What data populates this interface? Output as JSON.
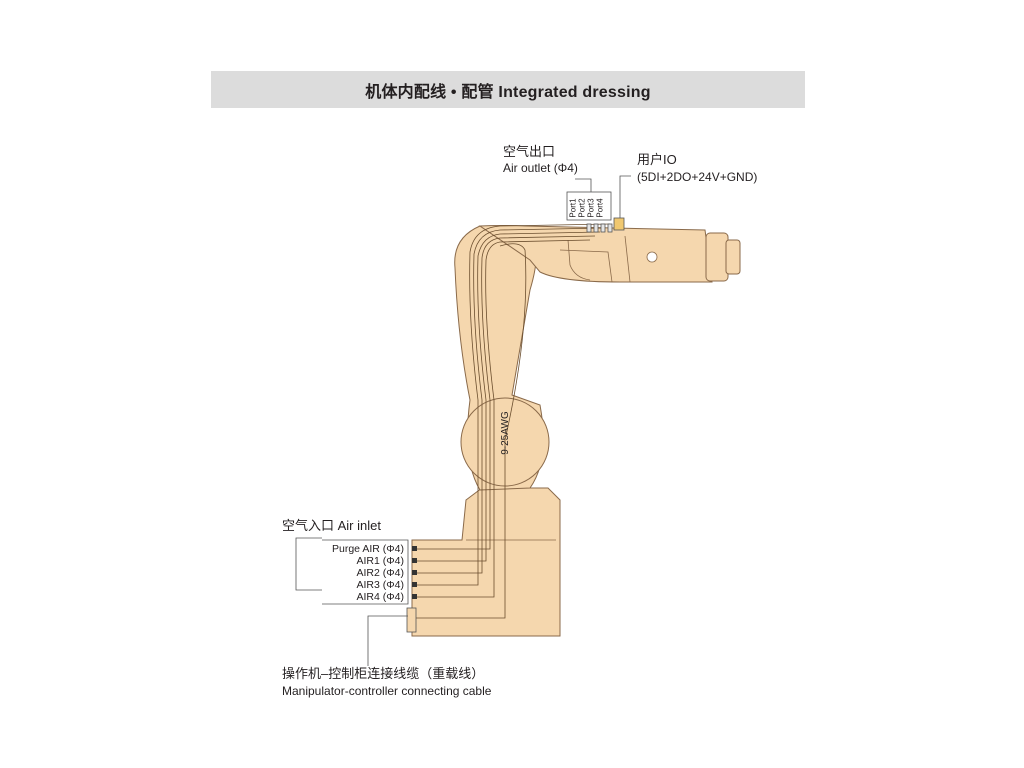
{
  "title": "机体内配线 • 配管 Integrated dressing",
  "air_outlet": {
    "label_zh": "空气出口",
    "label_en": "Air outlet (Φ4)"
  },
  "ports": [
    "Port1",
    "Port2",
    "Port3",
    "Port4"
  ],
  "user_io": {
    "label_zh": "用户IO",
    "label_en": "(5DI+2DO+24V+GND)"
  },
  "cable_spec": "9-25AWG",
  "air_inlet": {
    "label": "空气入口 Air inlet",
    "items": [
      "Purge AIR (Φ4)",
      "AIR1 (Φ4)",
      "AIR2 (Φ4)",
      "AIR3 (Φ4)",
      "AIR4 (Φ4)"
    ]
  },
  "connecting_cable": {
    "label_zh": "操作机–控制柜连接线缆（重载线）",
    "label_en": "Manipulator-controller connecting cable"
  },
  "colors": {
    "robot_body": "#f5d7ae",
    "outline": "#8a6a4a",
    "title_bg": "#dcdcdc"
  }
}
